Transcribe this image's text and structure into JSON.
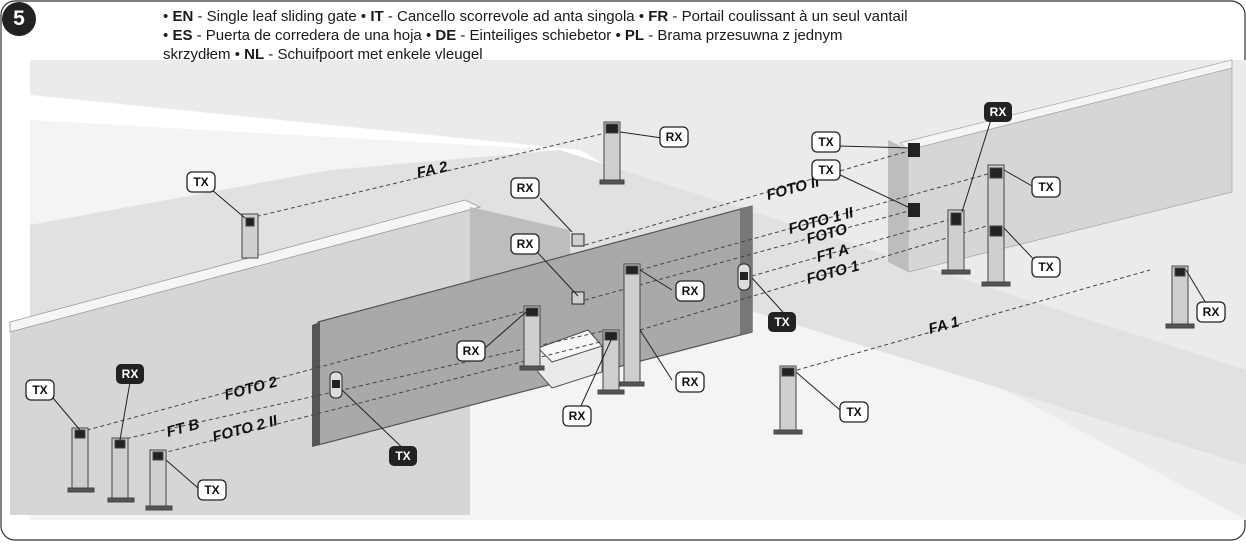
{
  "figure_number": "5",
  "caption": {
    "line1": [
      {
        "code": "EN",
        "text": " - Single leaf sliding gate "
      },
      {
        "code": "IT",
        "text": " - Cancello scorrevole ad anta singola "
      },
      {
        "code": "FR",
        "text": " - Portail coulissant à un seul vantail"
      }
    ],
    "line2": [
      {
        "code": "ES",
        "text": " - Puerta de corredera de una hoja "
      },
      {
        "code": "DE",
        "text": " - Einteiliges schiebetor "
      },
      {
        "code": "PL",
        "text": " - Brama przesuwna z jednym"
      }
    ],
    "line3_prefix": "skrzydłem ",
    "line3": [
      {
        "code": "NL",
        "text": " - Schuifpoort met enkele vleugel"
      }
    ]
  },
  "bullet": "•",
  "labels": {
    "tx": "TX",
    "rx": "RX"
  },
  "beams": {
    "fa2": "FA 2",
    "foto_ii": "FOTO II",
    "foto_1_ii": "FOTO 1 II",
    "foto": "FOTO",
    "ft_a": "FT A",
    "foto_1": "FOTO 1",
    "fa1": "FA 1",
    "foto_2": "FOTO 2",
    "ft_b": "FT B",
    "foto_2_ii": "FOTO 2 II"
  },
  "colors": {
    "wall": "#d9d9d9",
    "wall_top": "#f2f2f2",
    "road": "#e6e6e6",
    "gate": "#a9a9a9",
    "gate_edge": "#555555",
    "post": "#c8c8c8",
    "dark": "#222222"
  }
}
